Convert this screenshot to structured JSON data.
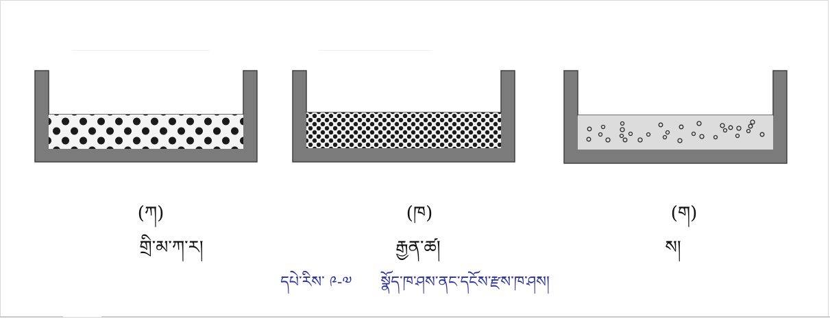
{
  "figures": [
    {
      "letter": "(ཀ)",
      "name": "གྲི་མ་ཀ་ར།",
      "fill": "large-spheres"
    },
    {
      "letter": "(ཁ)",
      "name": "རྒྱན་ཚ།",
      "fill": "small-spheres"
    },
    {
      "letter": "(ག)",
      "name": "ས།",
      "fill": "scattered-particles"
    }
  ],
  "caption": {
    "number": "དཔེ་རིས་ ༩-༧",
    "text": "སྣོད་ཁ་ཤས་ནང་དངོས་རྫས་ཁ་ཤས།"
  },
  "colors": {
    "wall": "#7b7b7b",
    "wall_edge": "#3f3f3f",
    "caption": "#2b2f9c",
    "particle": "#2a2a2a"
  }
}
